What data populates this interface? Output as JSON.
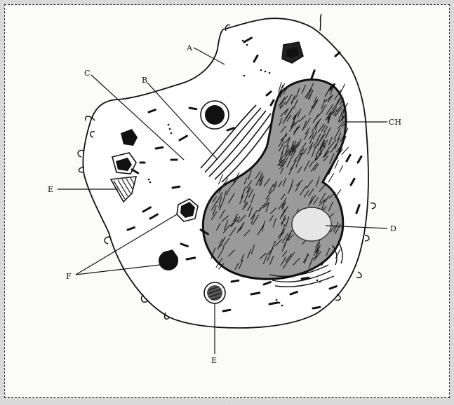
{
  "diagram": {
    "labels": {
      "a": "A",
      "b": "B",
      "c": "C",
      "ch": "CH",
      "d": "D",
      "e_left": "E",
      "e_bottom": "E",
      "f": "F"
    }
  }
}
